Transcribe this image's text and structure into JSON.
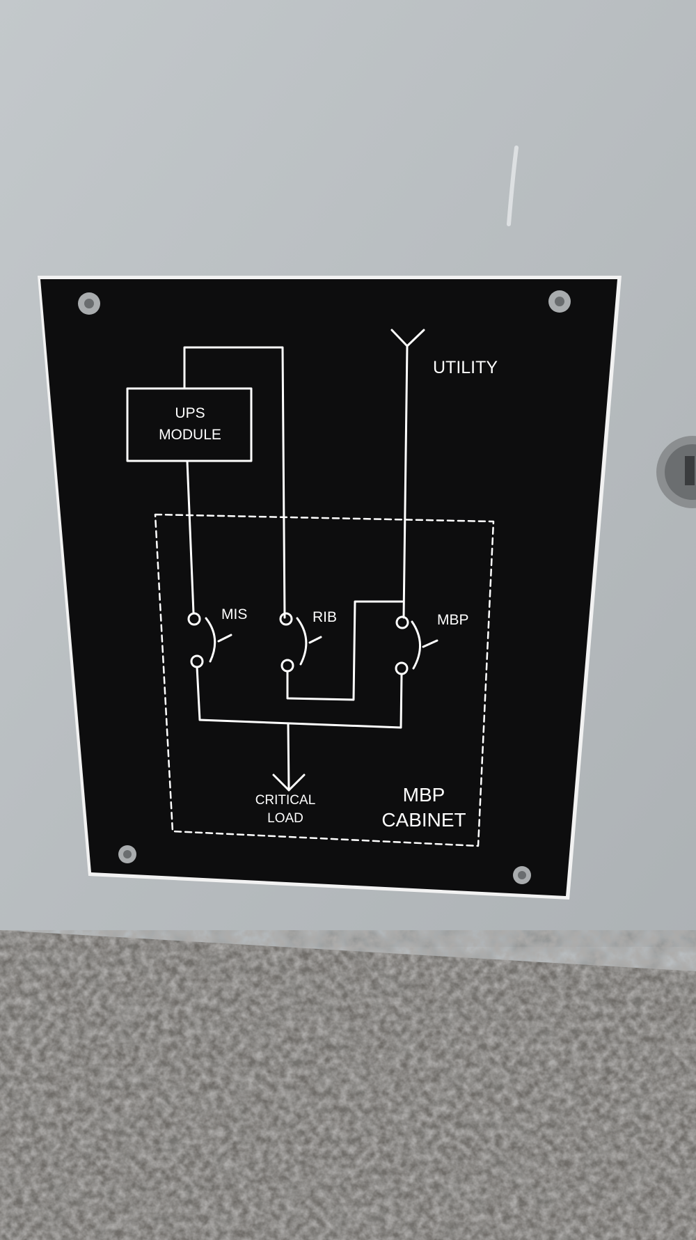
{
  "diagram": {
    "labels": {
      "utility": "UTILITY",
      "ups_line1": "UPS",
      "ups_line2": "MODULE",
      "mis": "MIS",
      "rib": "RIB",
      "mbp": "MBP",
      "critical_line1": "CRITICAL",
      "critical_line2": "LOAD",
      "cabinet_line1": "MBP",
      "cabinet_line2": "CABINET"
    }
  },
  "colors": {
    "cabinet_panel": "#b9bec1",
    "placard": "#0d0d0e",
    "placard_border": "#f2f2f2",
    "diagram_lines": "#ffffff",
    "gravel": "#6f6c68"
  }
}
